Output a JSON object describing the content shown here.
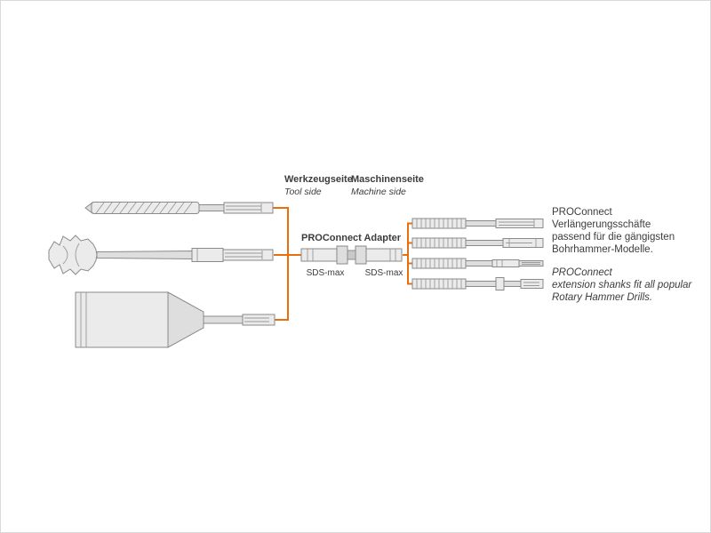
{
  "accent_color": "#e86e0e",
  "labels": {
    "tool_side": {
      "title": "Werkzeugseite",
      "subtitle": "Tool side"
    },
    "machine_side": {
      "title": "Maschinenseite",
      "subtitle": "Machine side"
    }
  },
  "adapter": {
    "label": "PROConnect Adapter",
    "tool_socket": "SDS-max",
    "machine_socket": "SDS-max"
  },
  "illustrations": {
    "tool_side_icons": [
      "spiral-drill-bit",
      "breakthrough-bit",
      "core-cutter"
    ],
    "machine_side_icons": [
      "extension-shank-1",
      "extension-shank-2",
      "extension-shank-3",
      "extension-shank-4"
    ]
  },
  "description": {
    "de_lines": [
      "PROConnect",
      "Verlängerungsschäfte",
      "passend für die gängigsten",
      "Bohrhammer-Modelle."
    ],
    "en_lines": [
      "PROConnect",
      "extension shanks fit all popular",
      "Rotary Hammer Drills."
    ]
  }
}
